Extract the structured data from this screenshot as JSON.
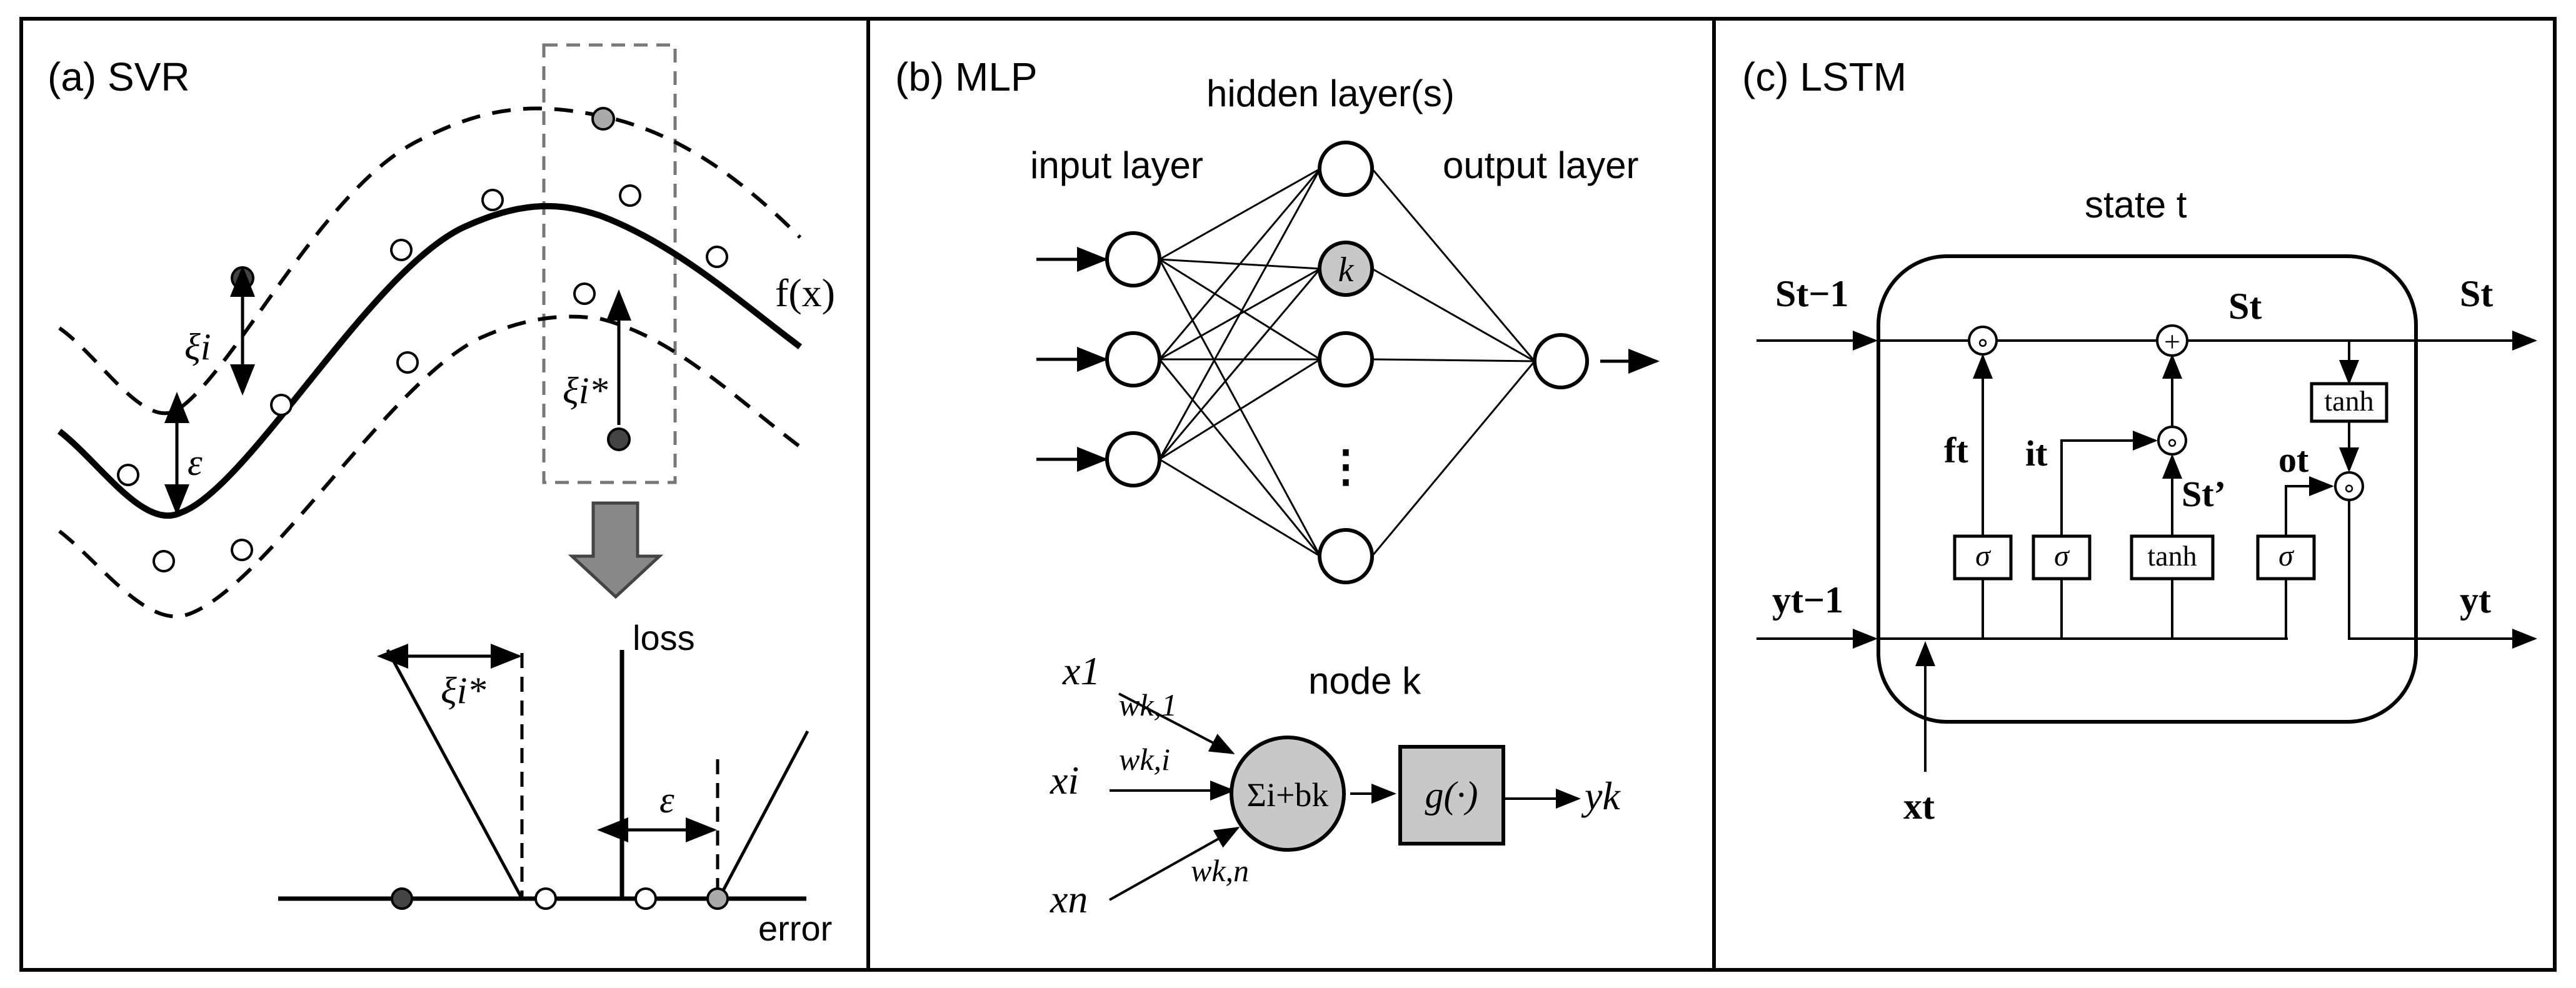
{
  "panels": {
    "svr": {
      "title": "(a) SVR",
      "function_label": "f(x)",
      "slack_label": "ξi",
      "slack_star_label": "ξi*",
      "epsilon_label": "ε",
      "loss_axis_label": "loss",
      "error_axis_label": "error",
      "loss_slack_star_label": "ξi*",
      "loss_epsilon_label": "ε"
    },
    "mlp": {
      "title": "(b) MLP",
      "hidden_label": "hidden layer(s)",
      "input_label": "input layer",
      "output_label": "output layer",
      "node_k_symbol": "k",
      "ellipsis": "⋮",
      "node_title": "node k",
      "inputs": [
        "x1",
        "xi",
        "xn"
      ],
      "weights": [
        "wk,1",
        "wk,i",
        "wk,n"
      ],
      "sum_label": "Σi+bk",
      "activation_label": "g(·)",
      "output_symbol": "yk"
    },
    "lstm": {
      "title": "(c) LSTM",
      "state_title": "state t",
      "s_prev": "St−1",
      "s_curr": "St",
      "s_out": "St",
      "y_prev": "yt−1",
      "y_out": "yt",
      "x_in": "xt",
      "forget_gate": "ft",
      "input_gate": "it",
      "output_gate": "ot",
      "candidate": "St’",
      "sigma": "σ",
      "tanh": "tanh",
      "op_mult": "∘",
      "op_add": "+"
    }
  }
}
